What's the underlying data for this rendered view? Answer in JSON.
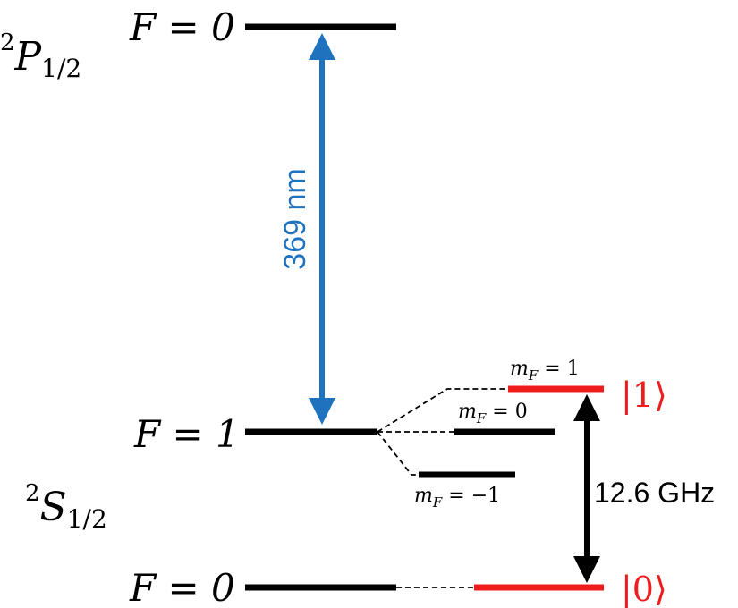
{
  "levels": {
    "p_term": {
      "symbol": "P",
      "superscript": "2",
      "subscript": "1/2",
      "f_label": "F = 0"
    },
    "s_term": {
      "symbol": "S",
      "superscript": "2",
      "subscript": "1/2"
    },
    "s_f1": {
      "f_label": "F = 1"
    },
    "s_f0": {
      "f_label": "F = 0"
    }
  },
  "sublevels": {
    "mf_plus": {
      "m": "m",
      "sub": "F",
      "value": " = 1"
    },
    "mf_zero": {
      "m": "m",
      "sub": "F",
      "value": " = 0"
    },
    "mf_minus": {
      "m": "m",
      "sub": "F",
      "value": " = −1"
    }
  },
  "transitions": {
    "optical": {
      "label": "369 nm",
      "color": "#1f72bd"
    },
    "hyperfine": {
      "label": "12.6 GHz",
      "color": "#000000"
    }
  },
  "qubit_states": {
    "one": "|1⟩",
    "zero": "|0⟩",
    "color": "#ee1c1c"
  }
}
